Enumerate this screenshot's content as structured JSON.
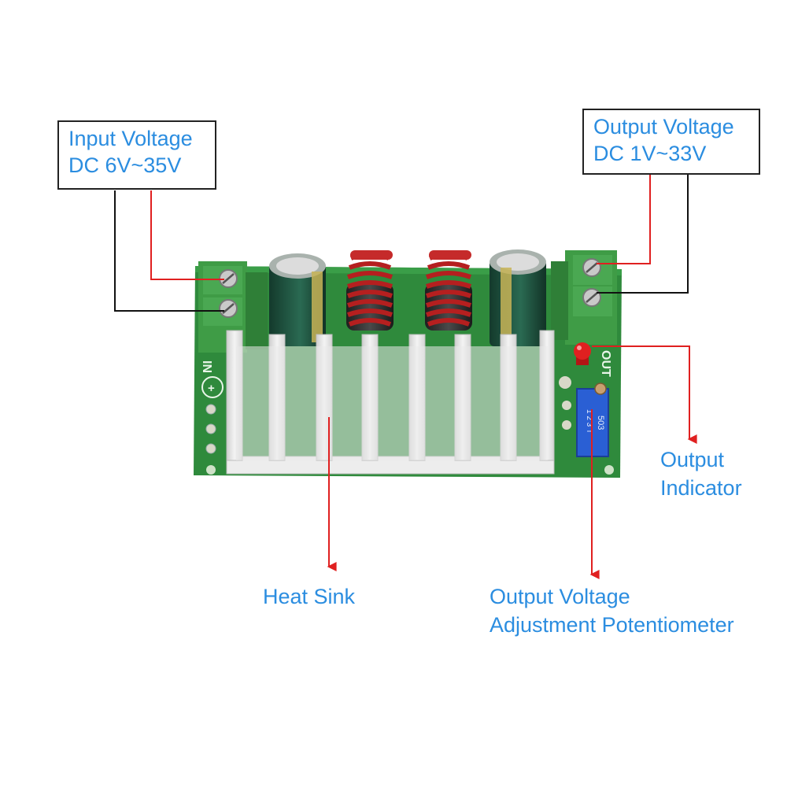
{
  "labels": {
    "input_voltage": {
      "line1": "Input Voltage",
      "line2": "DC 6V~35V"
    },
    "output_voltage": {
      "line1": "Output Voltage",
      "line2": "DC 1V~33V"
    },
    "output_indicator": {
      "line1": "Output",
      "line2": "Indicator"
    },
    "heat_sink": {
      "line1": "Heat Sink"
    },
    "potentiometer": {
      "line1": "Output Voltage",
      "line2": "Adjustment Potentiometer"
    }
  },
  "board_silkscreen": {
    "input_mark": "IN",
    "output_mark": "OUT",
    "pot_marking_1": "503",
    "pot_marking_2": "1 2 3 T"
  },
  "colors": {
    "label_text": "#2b8de0",
    "red_pointer": "#e02020",
    "black_pointer": "#111111",
    "pcb": "#2f8a3c",
    "terminal": "#3f9c46",
    "heatsink": "#e7e7e7",
    "inductor_wire": "#b51f1f",
    "capacitor": "#1e4a3a",
    "potentiometer": "#2a5fd4",
    "led": "#e02020"
  }
}
